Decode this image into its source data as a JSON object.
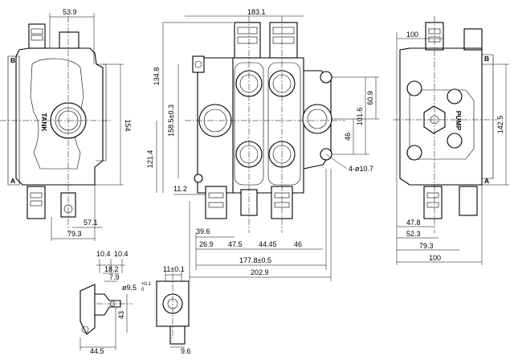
{
  "drawing": {
    "left_view": {
      "dims": {
        "top": "53.9",
        "right": "154",
        "b1": "57.1",
        "b2": "79.3"
      },
      "labels": {
        "tank": "TANK",
        "a": "A",
        "b": "B"
      }
    },
    "front_view": {
      "dims": {
        "top": "183.1",
        "h1": "134.8",
        "h2": "158.5±0.3",
        "h3": "121.4",
        "r1": "60.9",
        "r2": "101.6",
        "r3": "46",
        "holes": "4-ø10.7",
        "d112": "11.2",
        "d396": "39.6",
        "b1": "26.9",
        "b2": "47.5",
        "b3": "44.45",
        "b4": "46",
        "b5": "177.8±0.5",
        "b6": "202.9"
      }
    },
    "right_view": {
      "dims": {
        "top": "100",
        "right": "142.5",
        "b1": "47.8",
        "b2": "52.3",
        "b3": "79.3",
        "b4": "100"
      },
      "labels": {
        "pump": "PUMP",
        "a": "A",
        "b": "B"
      }
    },
    "detail_left": {
      "dims": {
        "t1": "10.4",
        "t2": "10.4",
        "t3": "18.2",
        "t4": "7.9",
        "hole": "ø9.5",
        "tol": "+0.1",
        "tol2": "0",
        "h": "43",
        "b": "44.5"
      }
    },
    "detail_right": {
      "dims": {
        "top": "11±0.1",
        "b": "9.6"
      }
    }
  }
}
